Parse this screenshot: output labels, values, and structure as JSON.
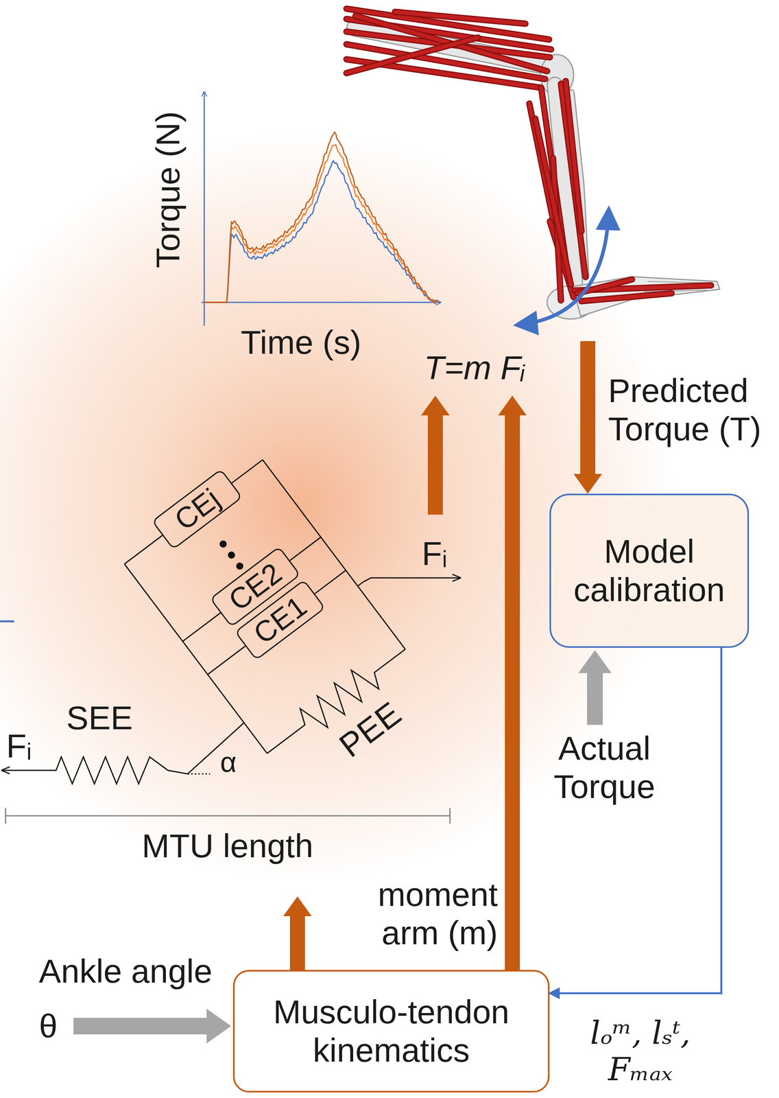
{
  "diagram": {
    "nodes": [
      {
        "text": [
          "CEj"
        ]
      },
      {
        "text": [
          "CE2"
        ]
      },
      {
        "text": [
          "CE1"
        ]
      },
      {
        "text": [
          "Model calibration"
        ]
      },
      {
        "text": [
          "Musculo-tendon kinematics"
        ]
      }
    ],
    "edges": [
      {
        "from": 3,
        "to": 4,
        "arrow": "to",
        "label": "lₒᵐ, lₛᵗ, Fₘₐₓ"
      }
    ],
    "labels": [
      "Torque (N)",
      "Time (s)",
      "T=m Fᵢ",
      "Predicted Torque (T)",
      "Fᵢ",
      "SEE",
      "Fᵢ",
      "α",
      "PEE",
      "Actual Torque",
      "MTU length",
      "moment arm (m)",
      "Ankle angle",
      "θ"
    ]
  }
}
